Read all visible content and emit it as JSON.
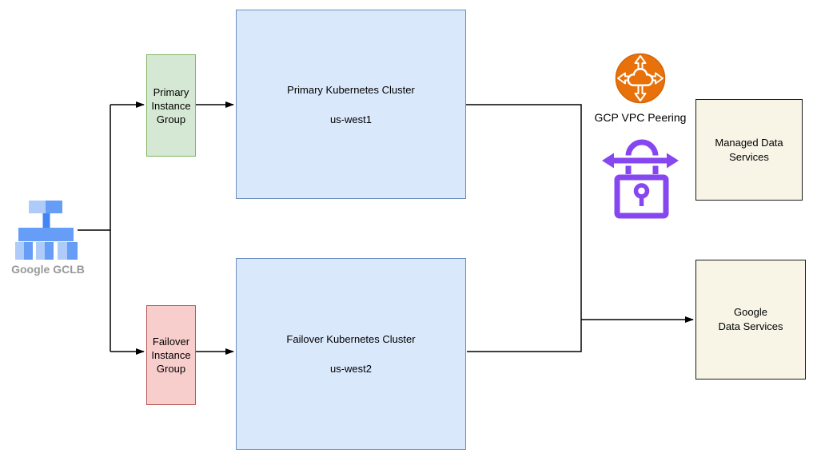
{
  "nodes": {
    "gclb": {
      "label": "Google GCLB"
    },
    "primary_instance_group": {
      "label": "Primary\nInstance\nGroup"
    },
    "failover_instance_group": {
      "label": "Failover\nInstance\nGroup"
    },
    "primary_cluster": {
      "title": "Primary Kubernetes Cluster",
      "region": "us-west1"
    },
    "failover_cluster": {
      "title": "Failover Kubernetes Cluster",
      "region": "us-west2"
    },
    "vpc_peering": {
      "label": "GCP VPC Peering"
    },
    "managed_data_services": {
      "label": "Managed Data\nServices"
    },
    "google_data_services": {
      "label": "Google\nData Services"
    }
  },
  "icons": {
    "gclb": "load-balancer-icon",
    "vpc_peering": "cloud-router-arrows-icon",
    "secure_peering": "lock-with-bidirectional-arrow-icon"
  },
  "colors": {
    "green_fill": "#d5e8d4",
    "green_stroke": "#82b366",
    "red_fill": "#f8cecc",
    "red_stroke": "#b85450",
    "blue_fill": "#dae8fc",
    "blue_stroke": "#6c8ebf",
    "cream_fill": "#f8f5e7",
    "cream_stroke": "#1a1a1a",
    "connector": "#000000",
    "vpc_orange": "#e8710a",
    "lock_purple": "#8646f0",
    "gclb_light_blue": "#aecbfa",
    "gclb_medium_blue": "#669df6",
    "gclb_bright_blue": "#4285f4",
    "gclb_label_gray": "#999999"
  }
}
